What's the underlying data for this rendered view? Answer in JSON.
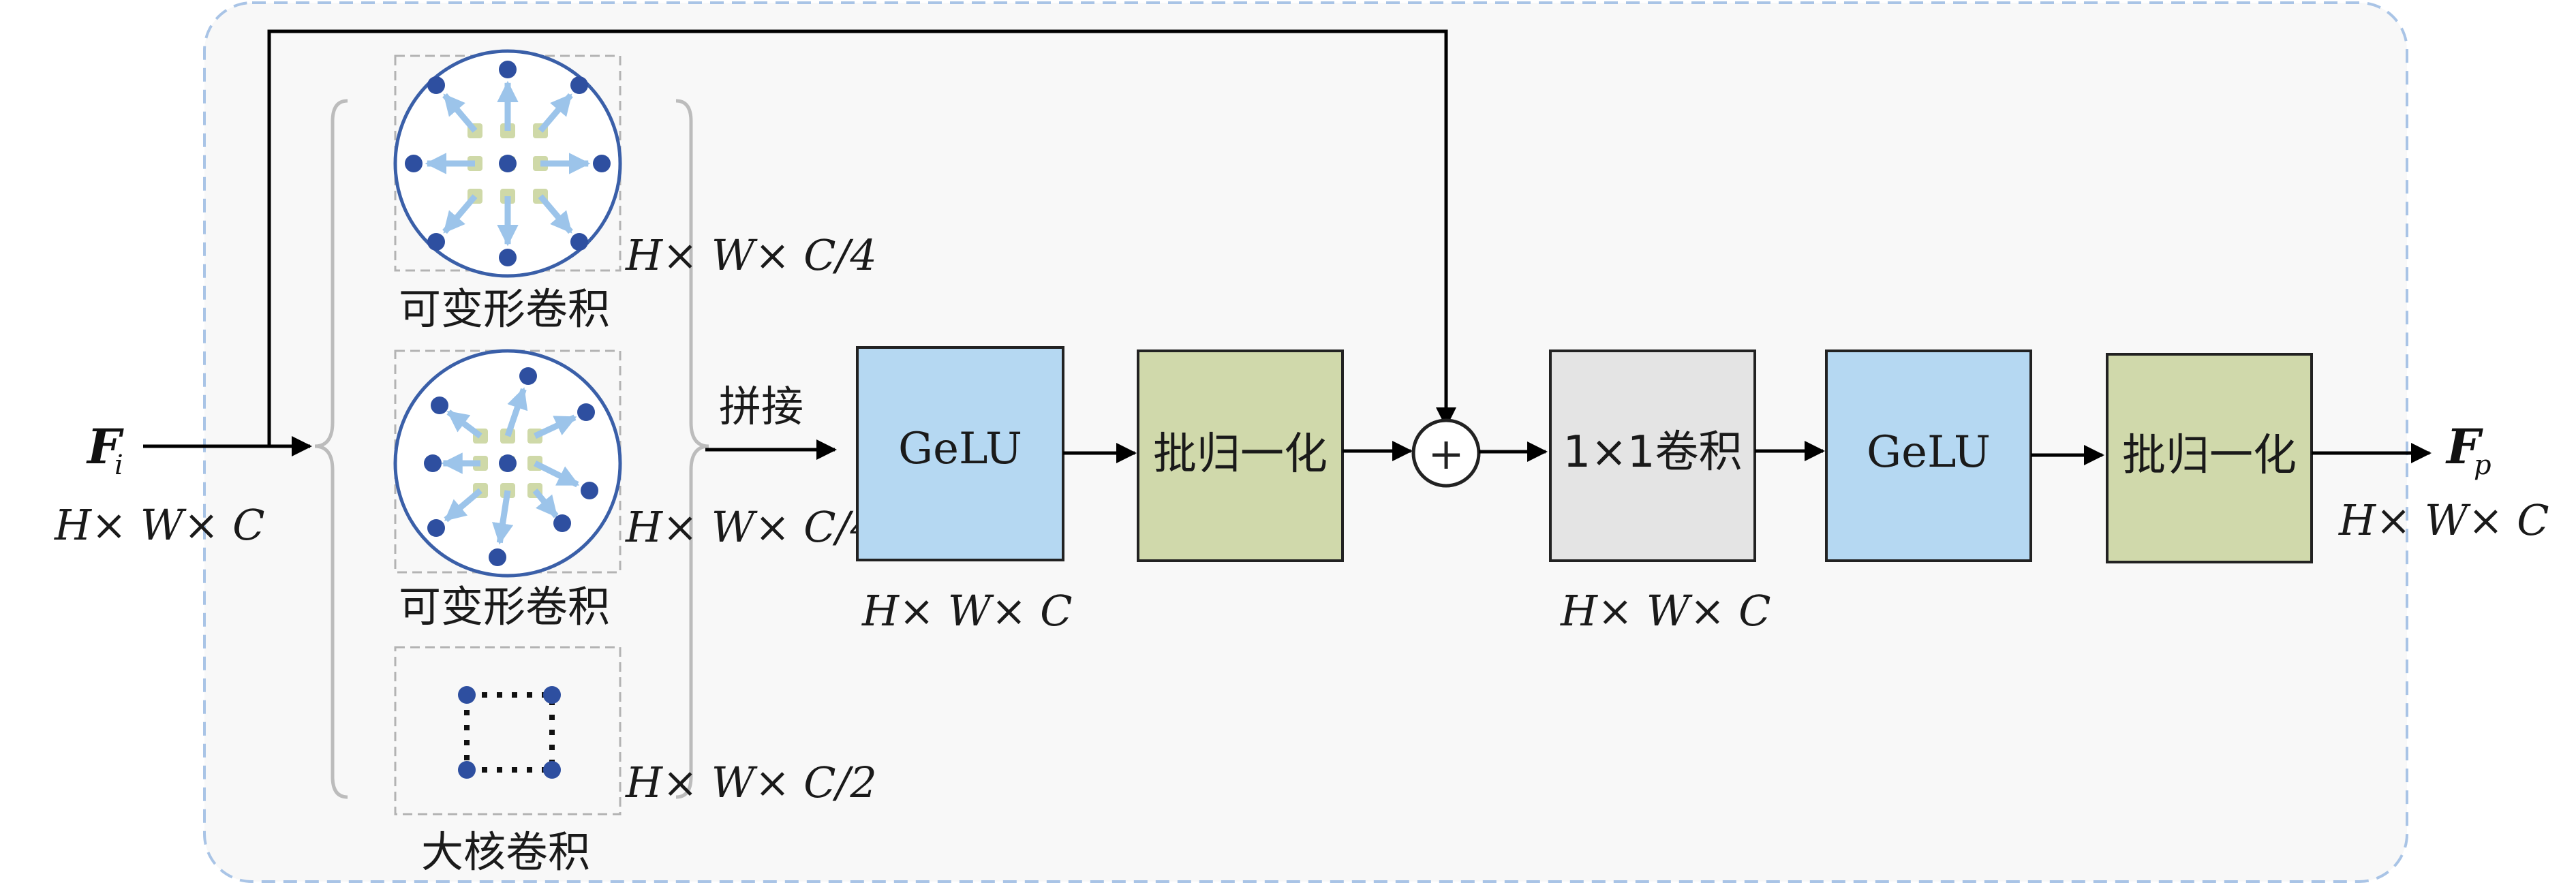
{
  "diagram": {
    "input": {
      "symbol": "F",
      "subscript": "i",
      "shape": "H× W× C"
    },
    "output": {
      "symbol": "F",
      "subscript": "p",
      "shape": "H× W× C"
    },
    "branches": [
      {
        "label": "可变形卷积",
        "shape": "H× W× C/4",
        "kind": "deformable-convolution-1"
      },
      {
        "label": "可变形卷积",
        "shape": "H× W× C/4",
        "kind": "deformable-convolution-2"
      },
      {
        "label": "大核卷积",
        "shape": "H× W× C/2",
        "kind": "large-kernel-convolution"
      }
    ],
    "concat_label": "拼接",
    "blocks": [
      {
        "label": "GeLU",
        "shape": "H× W× C",
        "color": "#b5d8f2"
      },
      {
        "label": "批归一化",
        "shape": "",
        "color": "#d0d9ab"
      },
      {
        "label": "1×1卷积",
        "shape": "H× W× C",
        "color": "#e4e4e4"
      },
      {
        "label": "GeLU",
        "shape": "",
        "color": "#b5d8f2"
      },
      {
        "label": "批归一化",
        "shape": "",
        "color": "#d0d9ab"
      }
    ],
    "add_symbol": "+",
    "colors": {
      "dot": "#2e4fa0",
      "offset_arrow": "#9cc4ea",
      "grid_dot": "#cfd9a8",
      "circle": "#3a5fa8",
      "outer_border": "#a9c4e6",
      "brace": "#bcbcbc",
      "dashed_box": "#b3b3b3",
      "background": "#f8f8f8"
    }
  }
}
